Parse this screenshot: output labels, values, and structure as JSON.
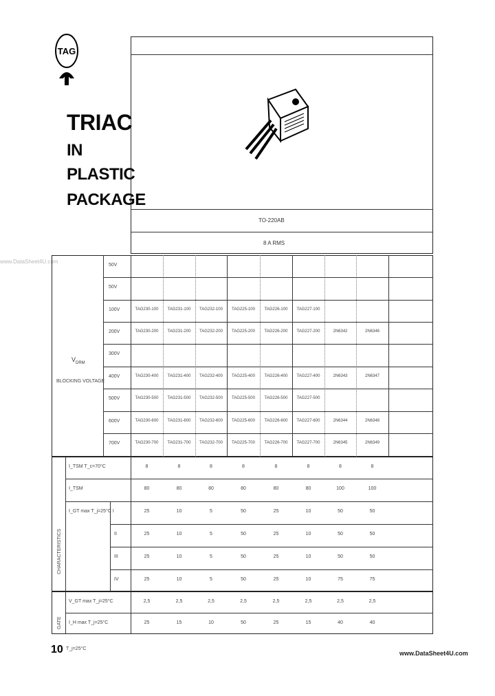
{
  "logo": {
    "text": "TAG"
  },
  "title": {
    "line1": "TRIAC",
    "line2": "IN",
    "line3": "PLASTIC",
    "line4": "PACKAGE"
  },
  "package": {
    "name": "TO-220AB",
    "current_label": "8 A RMS"
  },
  "watermark_left": "www.DataSheet4U.com",
  "voltage_label": {
    "symbol": "V",
    "sub": "DRM",
    "text": "BLOCKING VOLTAGE"
  },
  "voltage_rows": [
    {
      "v": "50V",
      "cells": [
        "",
        "",
        "",
        "",
        "",
        "",
        "",
        ""
      ]
    },
    {
      "v": "50V",
      "cells": [
        "",
        "",
        "",
        "",
        "",
        "",
        "",
        ""
      ]
    },
    {
      "v": "100V",
      "cells": [
        "TAG230-100",
        "TAG231-100",
        "TAG232-100",
        "TAG225-100",
        "TAG226-100",
        "TAG227-100",
        "",
        ""
      ]
    },
    {
      "v": "200V",
      "cells": [
        "TAG230-200",
        "TAG231-200",
        "TAG232-200",
        "TAG225-200",
        "TAG226-200",
        "TAG227-200",
        "2N6342",
        "2N6346"
      ]
    },
    {
      "v": "300V",
      "cells": [
        "",
        "",
        "",
        "",
        "",
        "",
        "",
        ""
      ]
    },
    {
      "v": "400V",
      "cells": [
        "TAG230-400",
        "TAG231-400",
        "TAG232-400",
        "TAG225-400",
        "TAG226-400",
        "TAG227-400",
        "2N6343",
        "2N6347"
      ]
    },
    {
      "v": "500V",
      "cells": [
        "TAG230-500",
        "TAG231-500",
        "TAG232-500",
        "TAG225-500",
        "TAG226-500",
        "TAG227-500",
        "",
        ""
      ]
    },
    {
      "v": "600V",
      "cells": [
        "TAG230-600",
        "TAG231-600",
        "TAG232-600",
        "TAG225-600",
        "TAG226-600",
        "TAG227-600",
        "2N6344",
        "2N6348"
      ]
    },
    {
      "v": "700V",
      "cells": [
        "TAG230-700",
        "TAG231-700",
        "TAG232-700",
        "TAG225-700",
        "TAG226-700",
        "TAG227-700",
        "2N6345",
        "2N6349"
      ]
    }
  ],
  "spec_group_label": "CHARACTERISTICS",
  "spec_rows": [
    {
      "label": "I_TSM   T_c=70°C",
      "values": [
        "8",
        "8",
        "8",
        "8",
        "8",
        "8",
        "8",
        "8"
      ]
    },
    {
      "label": "I_TSM",
      "values": [
        "80",
        "80",
        "80",
        "80",
        "80",
        "80",
        "100",
        "100"
      ]
    },
    {
      "label": "I_GT max   T_j=25°C   I",
      "values": [
        "25",
        "10",
        "5",
        "50",
        "25",
        "10",
        "50",
        "50"
      ]
    },
    {
      "label": "II",
      "values": [
        "25",
        "10",
        "5",
        "50",
        "25",
        "10",
        "50",
        "50"
      ]
    },
    {
      "label": "III",
      "values": [
        "25",
        "10",
        "5",
        "50",
        "25",
        "10",
        "50",
        "50"
      ]
    },
    {
      "label": "IV",
      "values": [
        "25",
        "10",
        "5",
        "50",
        "25",
        "10",
        "75",
        "75"
      ]
    }
  ],
  "gate_rows": [
    {
      "label": "V_GT max   T_j=25°C",
      "values": [
        "2,5",
        "2,5",
        "2,5",
        "2,5",
        "2,5",
        "2,5",
        "2,5",
        "2,5"
      ]
    },
    {
      "label": "I_H max   T_j=25°C",
      "values": [
        "25",
        "15",
        "10",
        "50",
        "25",
        "15",
        "40",
        "40"
      ]
    }
  ],
  "gate_group_label": "GATE",
  "footer": {
    "page": "10",
    "note": "T_j=25°C",
    "url": "www.DataSheet4U.com"
  }
}
